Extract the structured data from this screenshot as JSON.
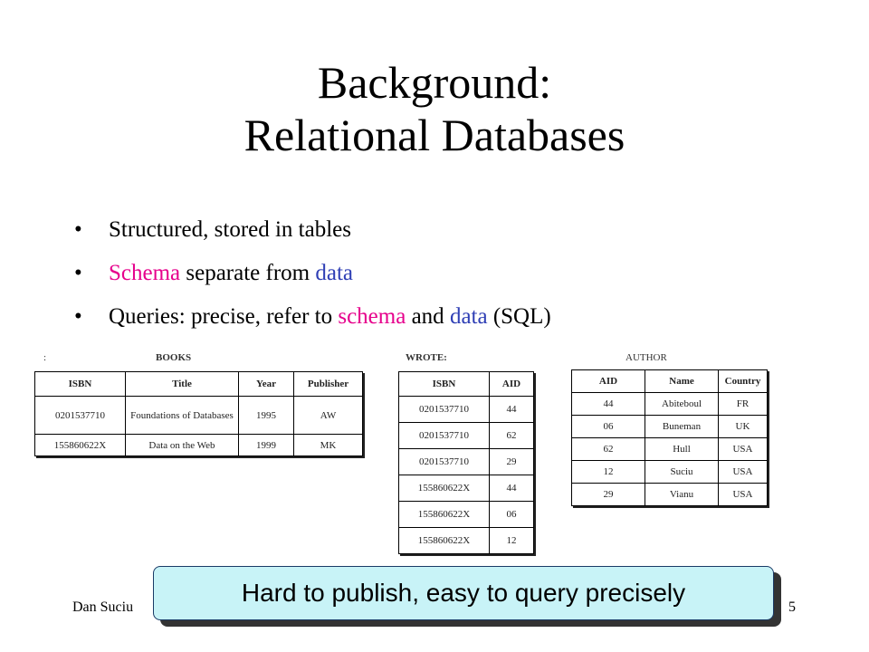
{
  "slide": {
    "title_line1": "Background:",
    "title_line2": "Relational Databases",
    "bullets": [
      {
        "parts": [
          "Structured, stored in tables"
        ]
      },
      {
        "parts": [
          "Schema",
          " separate from ",
          "data"
        ]
      },
      {
        "parts": [
          "Queries: precise, refer to ",
          "schema",
          " and ",
          "data",
          " (SQL)"
        ]
      }
    ],
    "bullet_char": "•",
    "colors": {
      "schema": "#e6008c",
      "data": "#2f3fb5"
    }
  },
  "tables": {
    "books": {
      "prefix": ":",
      "caption": "BOOKS",
      "headers": [
        "ISBN",
        "Title",
        "Year",
        "Publisher"
      ],
      "rows": [
        [
          "0201537710",
          "Foundations of Databases",
          "1995",
          "AW"
        ],
        [
          "155860622X",
          "Data on the Web",
          "1999",
          "MK"
        ]
      ]
    },
    "wrote": {
      "caption": "WROTE:",
      "headers": [
        "ISBN",
        "AID"
      ],
      "rows": [
        [
          "0201537710",
          "44"
        ],
        [
          "0201537710",
          "62"
        ],
        [
          "0201537710",
          "29"
        ],
        [
          "155860622X",
          "44"
        ],
        [
          "155860622X",
          "06"
        ],
        [
          "155860622X",
          "12"
        ]
      ]
    },
    "author": {
      "caption": "AUTHOR",
      "headers": [
        "AID",
        "Name",
        "Country"
      ],
      "rows": [
        [
          "44",
          "Abiteboul",
          "FR"
        ],
        [
          "06",
          "Buneman",
          "UK"
        ],
        [
          "62",
          "Hull",
          "USA"
        ],
        [
          "12",
          "Suciu",
          "USA"
        ],
        [
          "29",
          "Vianu",
          "USA"
        ]
      ]
    }
  },
  "footer": {
    "author": "Dan Suciu",
    "page": "5"
  },
  "callout": {
    "text": "Hard to publish, easy to query precisely"
  }
}
